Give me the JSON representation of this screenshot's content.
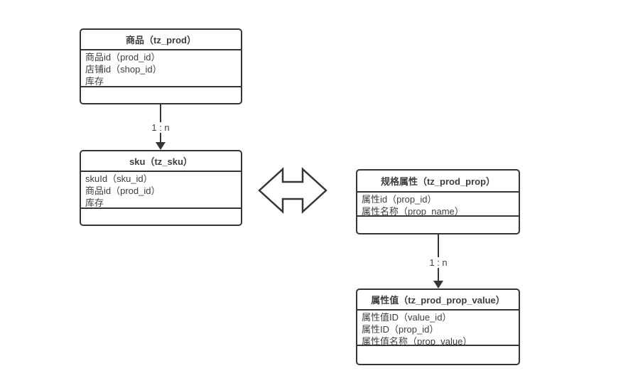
{
  "diagram": {
    "background": "#ffffff",
    "line_color": "#363636",
    "text_color": "#3d3d3d",
    "entities": [
      {
        "name": "prod",
        "title": "商品（tz_prod）",
        "fields": [
          "商品id（prod_id）",
          "店铺id（shop_id）",
          "库存"
        ]
      },
      {
        "name": "sku",
        "title": "sku（tz_sku）",
        "fields": [
          "skuId（sku_id）",
          "商品id（prod_id）",
          "库存"
        ]
      },
      {
        "name": "prod_prop",
        "title": "规格属性（tz_prod_prop）",
        "fields": [
          "属性id（prop_id）",
          "属性名称（prop_name）"
        ]
      },
      {
        "name": "prod_prop_value",
        "title": "属性值（tz_prod_prop_value）",
        "fields": [
          "属性值ID（value_id）",
          "属性ID（prop_id）",
          "属性值名称（prop_value）"
        ]
      }
    ],
    "connectors": [
      {
        "from": "商品（tz_prod）",
        "to": "sku（tz_sku）",
        "label": "1 : n"
      },
      {
        "from": "规格属性（tz_prod_prop）",
        "to": "属性值（tz_prod_prop_value）",
        "label": "1 : n"
      }
    ],
    "relation": {
      "type": "double-arrow",
      "between": [
        "sku（tz_sku）",
        "规格属性（tz_prod_prop）"
      ]
    }
  }
}
